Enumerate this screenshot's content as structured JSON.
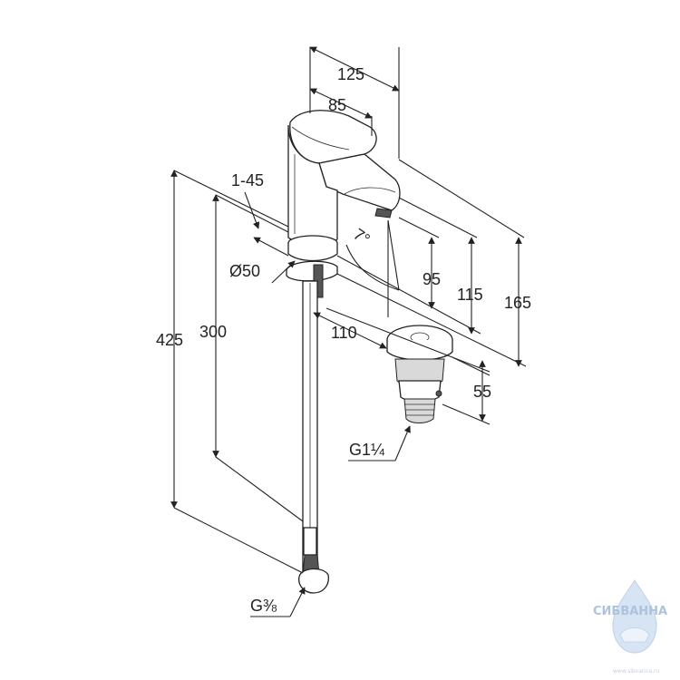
{
  "dimensions": {
    "d125": "125",
    "d85": "85",
    "d1_45": "1-45",
    "d_phi50": "Ø50",
    "d7deg": "7°",
    "d95": "95",
    "d115": "115",
    "d165": "165",
    "d425": "425",
    "d300": "300",
    "d110": "110",
    "d55": "55",
    "g114": "G1¼",
    "g38": "G⅜"
  },
  "watermark": {
    "brand": "СИБВАННА",
    "url": "www.sibvanna.ru"
  },
  "colors": {
    "line": "#222222",
    "shade": "#d9d9d9",
    "logo": "#9fb8d6"
  }
}
